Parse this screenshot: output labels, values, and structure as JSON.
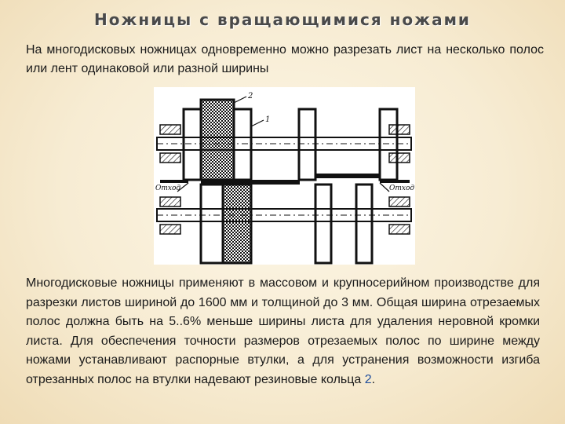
{
  "slide": {
    "title": "Ножницы с вращающимися ножами",
    "intro": "На многодисковых ножницах одновременно можно разрезать лист на несколько полос или лент одинаковой или разной ширины",
    "body_main": "Многодисковые ножницы применяют в массовом и крупносерийном производстве для разрезки листов шириной до 1600 мм и толщиной до 3 мм. Общая ширина отрезаемых полос должна быть на 5..6% меньше ширины листа для удаления неровной кромки листа. Для обеспечения точности размеров отрезаемых полос по ширине между ножами устанавливают распорные втулки, а для устранения возможности изгиба отрезанных полос на  втулки надевают резиновые кольца ",
    "body_ref": "2",
    "body_end": "."
  },
  "figure": {
    "label_2": "2",
    "label_1": "1",
    "label_left": "Отход",
    "label_right": "Отход",
    "accent_color": "#1f4e9c"
  }
}
